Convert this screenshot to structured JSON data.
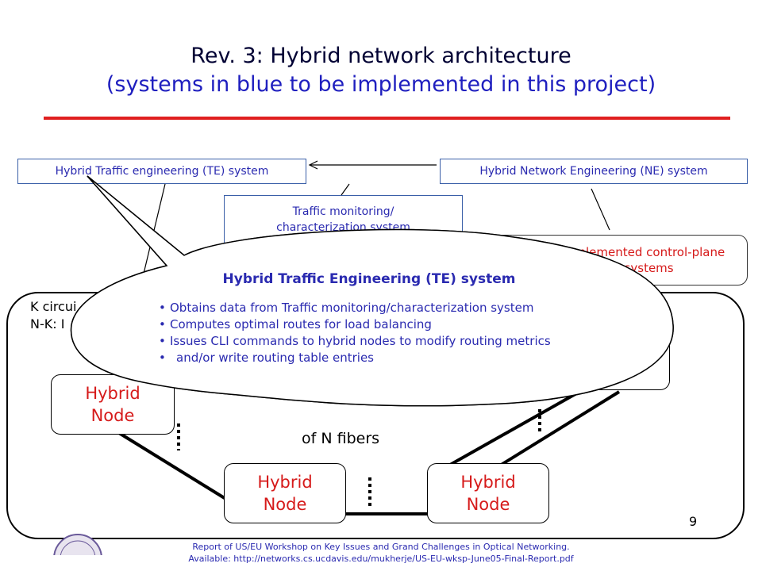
{
  "slide": {
    "title_line1": "Rev. 3: Hybrid network architecture",
    "title_line2": "(systems in blue to be implemented in this project)",
    "page_number": "9",
    "footer_line1": "Report of US/EU Workshop on Key Issues  and Grand Challenges in Optical Networking.",
    "footer_line2": "Available: http://networks.cs.ucdavis.edu/mukherje/US-EU-wksp-June05-Final-Report.pdf"
  },
  "diagram": {
    "te_system": "Hybrid Traffic engineering (TE) system",
    "ne_system": "Hybrid Network Engineering  (NE) system",
    "monitoring_line1": "Traffic monitoring/",
    "monitoring_line2": "characterization system",
    "gmpls_line1": "GMPLS-implemented control-plane",
    "gmpls_line2": "software systems",
    "k_circuit_line1": "K circui",
    "k_circuit_line2": "N-K: I",
    "fibers_text": "of N fibers",
    "nodes": [
      {
        "line1": "Hybrid",
        "line2": "Node"
      },
      {
        "line1": "Hybrid",
        "line2": "Node"
      },
      {
        "line1": "Hybrid",
        "line2": "Node"
      }
    ]
  },
  "callout": {
    "title": "Hybrid Traffic Engineering (TE) system",
    "bullets": [
      "Obtains data from Traffic monitoring/characterization system",
      "Computes optimal routes for load balancing",
      "Issues CLI commands to hybrid nodes to modify routing metrics",
      "and/or write routing table entries"
    ]
  },
  "colors": {
    "title": "#000033",
    "subtitle_blue": "#1f1fbf",
    "rule_red": "#e02020",
    "node_red": "#d61a1a"
  }
}
